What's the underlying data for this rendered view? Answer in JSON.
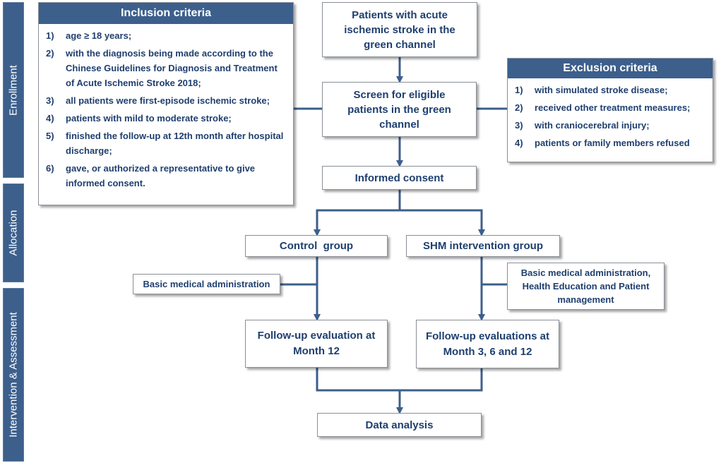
{
  "phases": {
    "enrollment": "Enrollment",
    "allocation": "Allocation",
    "intervention": "Intervention & Assessment"
  },
  "inclusion": {
    "title": "Inclusion criteria",
    "items": [
      {
        "num": "1)",
        "text": "age ≥ 18 years;"
      },
      {
        "num": "2)",
        "text": "with the diagnosis being made according to the Chinese Guidelines for Diagnosis and Treatment of Acute Ischemic Stroke 2018;"
      },
      {
        "num": "3)",
        "text": "all patients were first-episode ischemic stroke;"
      },
      {
        "num": "4)",
        "text": "patients with mild to moderate stroke;"
      },
      {
        "num": "5)",
        "text": "finished the follow-up at 12th month after hospital discharge;"
      },
      {
        "num": "6)",
        "text": "gave, or authorized a representative to give informed consent."
      }
    ]
  },
  "exclusion": {
    "title": "Exclusion criteria",
    "items": [
      {
        "num": "1)",
        "text": "with simulated stroke disease;"
      },
      {
        "num": "2)",
        "text": "received other treatment measures;"
      },
      {
        "num": "3)",
        "text": "with craniocerebral injury;"
      },
      {
        "num": "4)",
        "text": "patients or family members refused"
      }
    ]
  },
  "boxes": {
    "patients": "Patients with acute ischemic stroke in  the green channel",
    "screen": "Screen for eligible patients in the green channel",
    "consent": "Informed consent",
    "control": "Control  group",
    "shm": "SHM intervention group",
    "basic_control": "Basic medical administration",
    "basic_shm": "Basic medical administration, Health Education and Patient management",
    "followup_control": "Follow-up evaluation at Month 12",
    "followup_shm": "Follow-up evaluations at Month 3, 6 and 12",
    "analysis": "Data analysis"
  }
}
